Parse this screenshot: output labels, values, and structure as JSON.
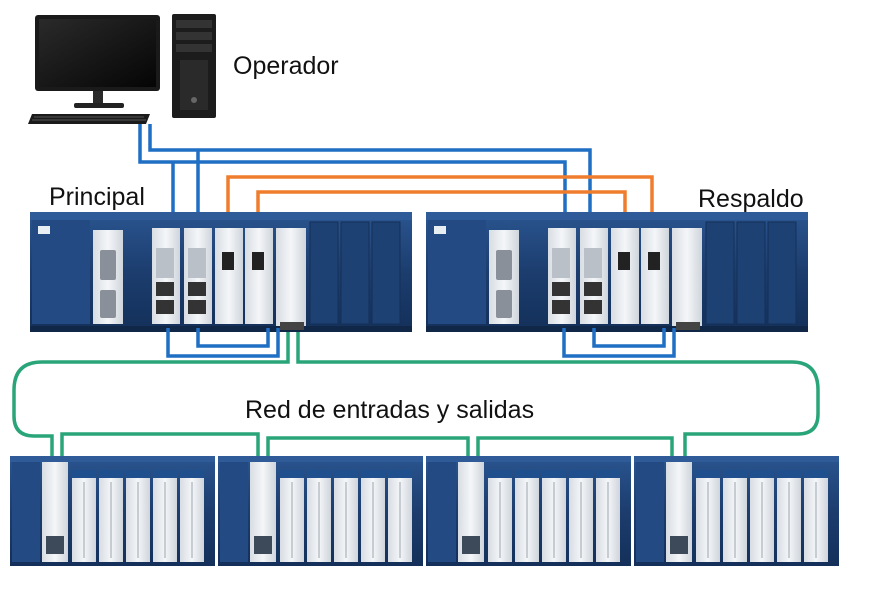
{
  "labels": {
    "operator": "Operador",
    "primary": "Principal",
    "backup": "Respaldo",
    "io_network": "Red de entradas y salidas"
  },
  "colors": {
    "blue_link": "#1f6fc4",
    "orange_link": "#ef7d2d",
    "green_network": "#2aa57a",
    "rack_blue": "#1c3d6e",
    "module_white": "#eef1f4"
  },
  "icons": {
    "computer": "desktop-computer-icon",
    "tower": "pc-tower-icon",
    "rack": "plc-rack-icon",
    "io_rack": "io-drop-rack-icon"
  }
}
